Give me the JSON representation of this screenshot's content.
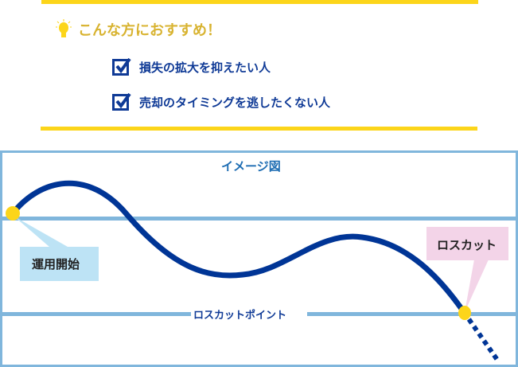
{
  "recommend": {
    "title": "こんな方におすすめ！",
    "items": [
      "損失の拡大を抑えたい人",
      "売却のタイミングを逃したくない人"
    ]
  },
  "diagram": {
    "title": "イメージ図",
    "start_label": "運用開始",
    "losscut_label": "ロスカット",
    "losscut_line_label": "ロスカットポイント"
  },
  "colors": {
    "yellow": "#fcd51a",
    "navy": "#003596",
    "line": "#80b6dc",
    "callout_blue": "#bde3f5",
    "callout_pink": "#f3d4e8"
  }
}
